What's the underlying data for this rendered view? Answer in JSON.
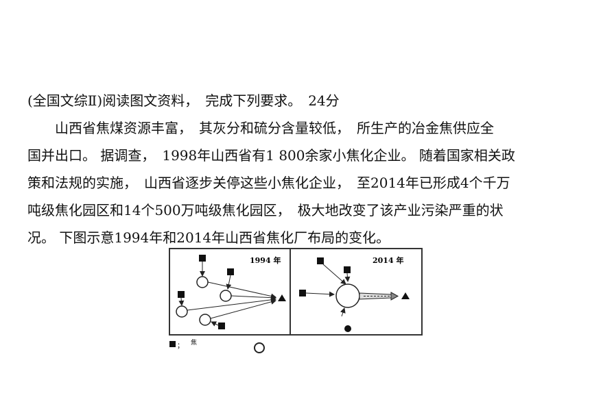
{
  "question": {
    "header": "(全国文综Ⅱ)阅读图文资料，　完成下列要求。　24分",
    "lines": [
      "　　山西省焦煤资源丰富，　其灰分和硫分含量较低，　所生产的冶金焦供应全",
      "国并出口。 据调查，　1998年山西省有1 800余家小焦化企业。 随着国家相关政",
      "策和法规的实施，　山西省逐步关停这些小焦化企业，　至2014年已形成4个千万",
      "吨级焦化园区和14个500万吨级焦化园区，　极大地改变了该产业污染严重的状",
      "况。 下图示意1994年和2014年山西省焦化厂布局的变化。"
    ]
  },
  "figure": {
    "panel_left_label": "1994 年",
    "panel_right_label": "2014 年",
    "legend_square_text": "；",
    "legend_note": "焦"
  }
}
